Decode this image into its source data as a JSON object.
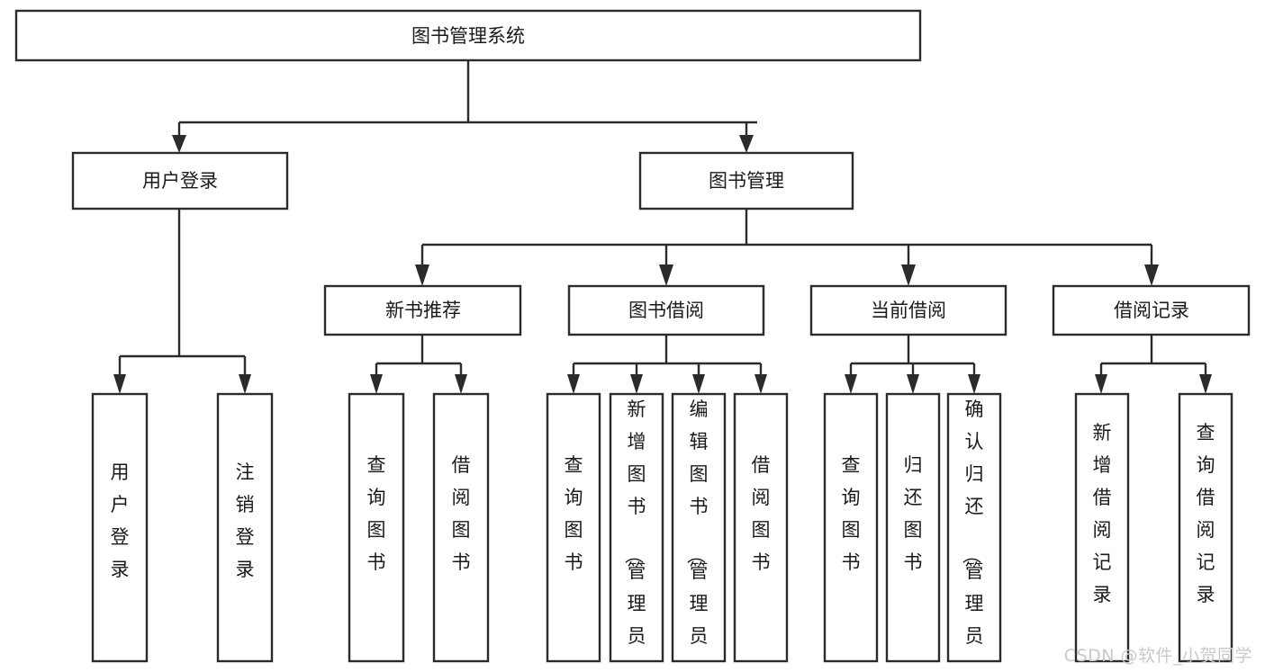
{
  "diagram": {
    "title": "图书管理系统",
    "type": "hierarchy-tree",
    "colors": {
      "box_stroke": "#2b2b2b",
      "box_fill": "#ffffff",
      "link": "#2b2b2b",
      "text": "#1a1a1a",
      "background": "#ffffff",
      "watermark": "#c9c9c9"
    },
    "root": {
      "label": "图书管理系统"
    },
    "level2": [
      {
        "label": "用户登录"
      },
      {
        "label": "图书管理"
      }
    ],
    "level3": [
      {
        "label": "新书推荐"
      },
      {
        "label": "图书借阅"
      },
      {
        "label": "当前借阅"
      },
      {
        "label": "借阅记录"
      }
    ],
    "leaves": {
      "user_login": [
        {
          "label": "用户登录"
        },
        {
          "label": "注销登录"
        }
      ],
      "new_book_recommend": [
        {
          "label": "查询图书"
        },
        {
          "label": "借阅图书"
        }
      ],
      "book_borrow": [
        {
          "label": "查询图书"
        },
        {
          "label": "新增图书（管理员）"
        },
        {
          "label": "编辑图书（管理员）"
        },
        {
          "label": "借阅图书"
        }
      ],
      "current_borrow": [
        {
          "label": "查询图书"
        },
        {
          "label": "归还图书"
        },
        {
          "label": "确认归还（管理员）"
        }
      ],
      "borrow_record": [
        {
          "label": "新增借阅记录"
        },
        {
          "label": "查询借阅记录"
        }
      ]
    }
  },
  "watermark": {
    "text": "CSDN @软件_小贺同学"
  }
}
